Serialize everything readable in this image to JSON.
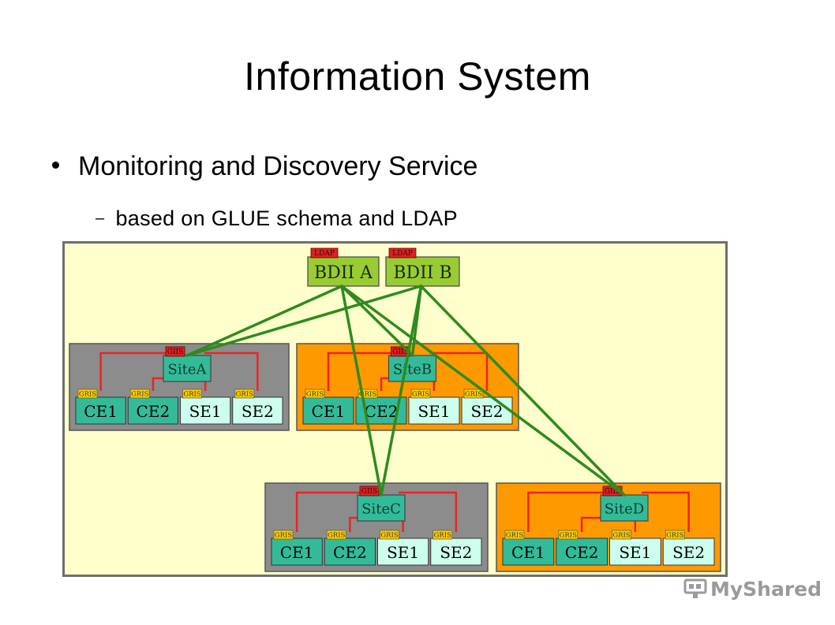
{
  "slide": {
    "title": "Information System",
    "bullet": "Monitoring and Discovery Service",
    "sub_bullet": "based on GLUE schema and LDAP"
  },
  "diagram": {
    "bdii": [
      {
        "tag": "LDAP",
        "label": "BDII A"
      },
      {
        "tag": "LDAP",
        "label": "BDII B"
      }
    ],
    "sites": [
      {
        "name": "SiteA",
        "giis_tag": "GIIS",
        "style": "gray",
        "resources": [
          {
            "tag": "GRIS",
            "label": "CE1"
          },
          {
            "tag": "GRIS",
            "label": "CE2"
          },
          {
            "tag": "GRIS",
            "label": "SE1"
          },
          {
            "tag": "GRIS",
            "label": "SE2"
          }
        ]
      },
      {
        "name": "SiteB",
        "giis_tag": "GIIS",
        "style": "orange",
        "resources": [
          {
            "tag": "GRIS",
            "label": "CE1"
          },
          {
            "tag": "GRIS",
            "label": "CE2"
          },
          {
            "tag": "GRIS",
            "label": "SE1"
          },
          {
            "tag": "GRIS",
            "label": "SE2"
          }
        ]
      },
      {
        "name": "SiteC",
        "giis_tag": "GIIS",
        "style": "gray",
        "resources": [
          {
            "tag": "GRIS",
            "label": "CE1"
          },
          {
            "tag": "GRIS",
            "label": "CE2"
          },
          {
            "tag": "GRIS",
            "label": "SE1"
          },
          {
            "tag": "GRIS",
            "label": "SE2"
          }
        ]
      },
      {
        "name": "SiteD",
        "giis_tag": "GIIS",
        "style": "orange",
        "resources": [
          {
            "tag": "GRIS",
            "label": "CE1"
          },
          {
            "tag": "GRIS",
            "label": "CE2"
          },
          {
            "tag": "GRIS",
            "label": "SE1"
          },
          {
            "tag": "GRIS",
            "label": "SE2"
          }
        ]
      }
    ],
    "colors": {
      "background": "#ffffcc",
      "border": "#6e6e6e",
      "site_gray": "#8c8c8c",
      "site_orange": "#ff9900",
      "bdii_fill": "#99cc33",
      "tag_red": "#dd2222",
      "tag_yellow": "#ffcc00",
      "ce_fill": "#33bb99",
      "se_fill": "#ccffee",
      "giis_fill": "#33bb99",
      "link_green": "#2e8b1e",
      "link_red": "#ee2222"
    }
  },
  "watermark": "MyShared"
}
